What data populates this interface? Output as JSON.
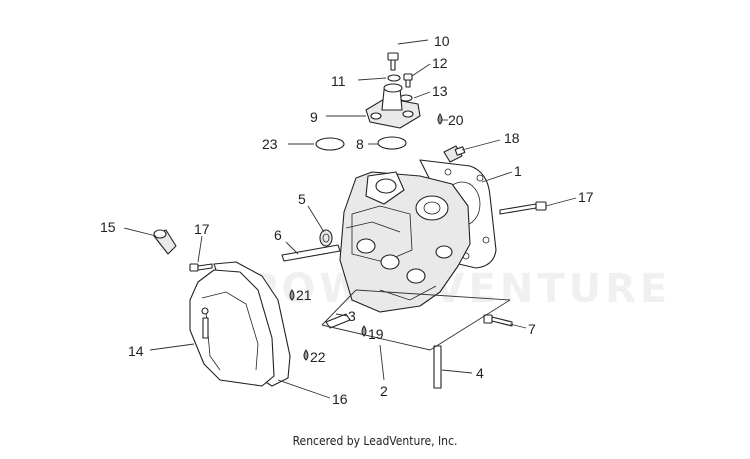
{
  "callouts": [
    "10",
    "11",
    "12",
    "13",
    "9",
    "20",
    "23",
    "8",
    "18",
    "1",
    "17",
    "5",
    "17",
    "15",
    "6",
    "21",
    "3",
    "19",
    "7",
    "14",
    "22",
    "4",
    "2",
    "16"
  ],
  "watermark": "POWERVENTURE",
  "footer": "Rencered by LeadVenture, Inc."
}
